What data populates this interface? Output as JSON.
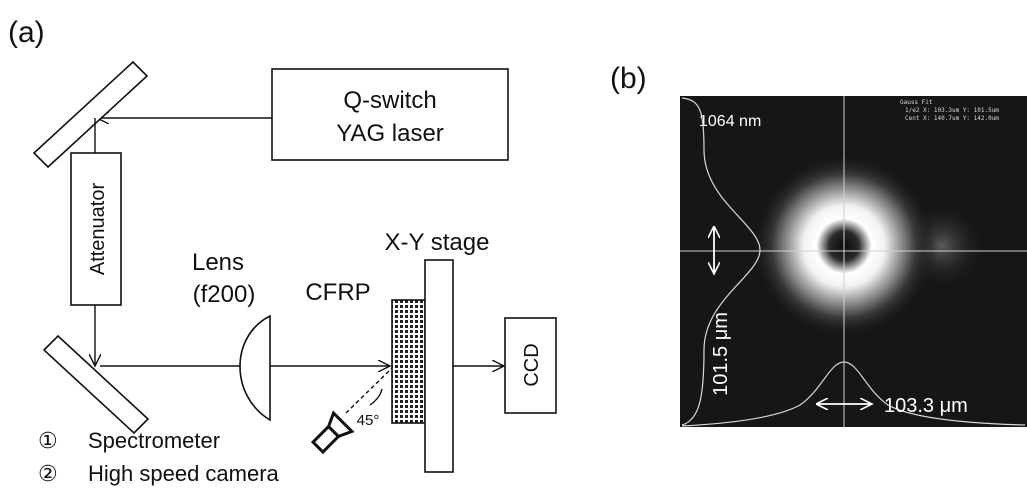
{
  "panel_a": {
    "label": "(a)",
    "laser_line1": "Q-switch",
    "laser_line2": "YAG  laser",
    "attenuator": "Attenuator",
    "lens_line1": "Lens",
    "lens_line2": "(f200)",
    "cfrp": "CFRP",
    "stage": "X-Y stage",
    "ccd": "CCD",
    "angle": "45°",
    "legend": [
      {
        "marker": "①",
        "text": "Spectrometer"
      },
      {
        "marker": "②",
        "text": "High speed camera"
      }
    ]
  },
  "panel_b": {
    "label": "(b)",
    "wavelength": "1064 nm",
    "fit_title": "Gauss Fit",
    "fit_line1": "1/e2 X:  103.3um  Y:  101.5um",
    "fit_line2": "Cent X:  140.7um  Y:  142.0um",
    "width_x": "103.3  μm",
    "width_y": "101.5  μm"
  },
  "colors": {
    "line": "#111111",
    "image_bg": "#161616",
    "profile": "#d8d8d8"
  }
}
